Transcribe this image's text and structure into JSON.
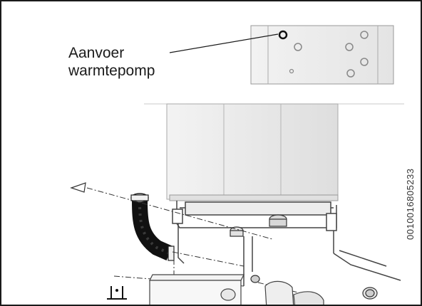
{
  "callout": {
    "line1": "Aanvoer",
    "line2": "warmtepomp"
  },
  "document_id": "0010016805233"
}
